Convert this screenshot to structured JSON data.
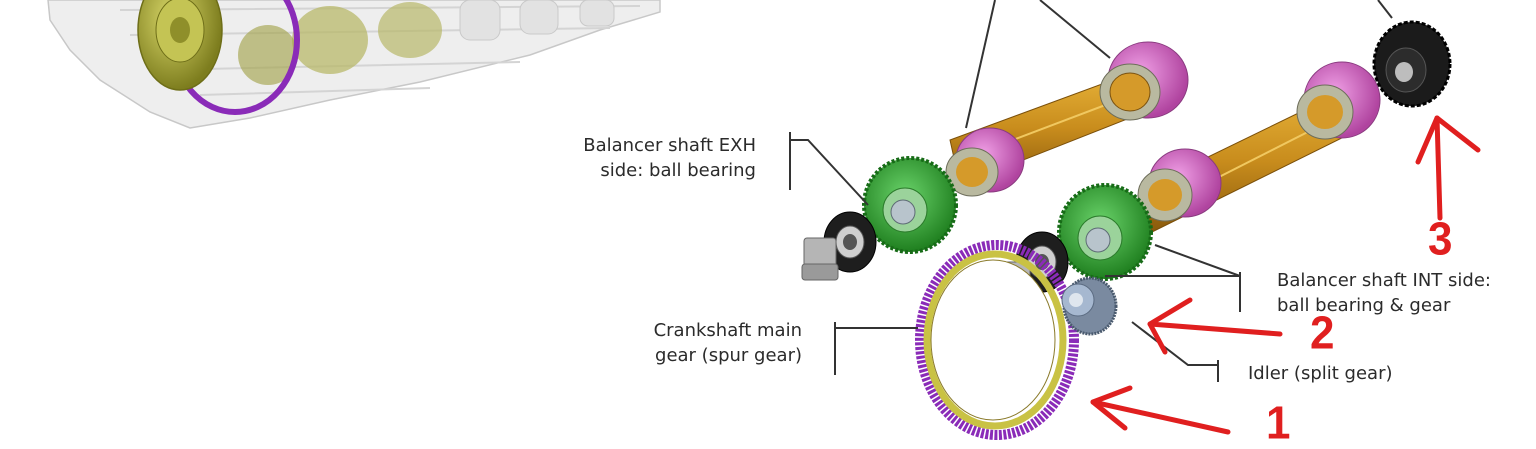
{
  "callouts": {
    "balancer_exh": [
      "Balancer shaft EXH",
      "side: ball bearing"
    ],
    "balancer_int": [
      "Balancer shaft INT side:",
      "ball bearing & gear"
    ],
    "crank_gear": [
      "Crankshaft main",
      "gear (spur gear)"
    ],
    "idler": "Idler (split gear)"
  },
  "markers": {
    "one": "1",
    "two": "2",
    "three": "3"
  },
  "colors": {
    "gear_green": "#2aa22a",
    "crank_ring": "#8a2bb8",
    "ring_inner": "#d9d34a",
    "bearing_pink": "#d866c9",
    "shaft_gold": "#c98d1d",
    "block_olive": "#a6a640",
    "arrow_red": "#e01f1f"
  }
}
